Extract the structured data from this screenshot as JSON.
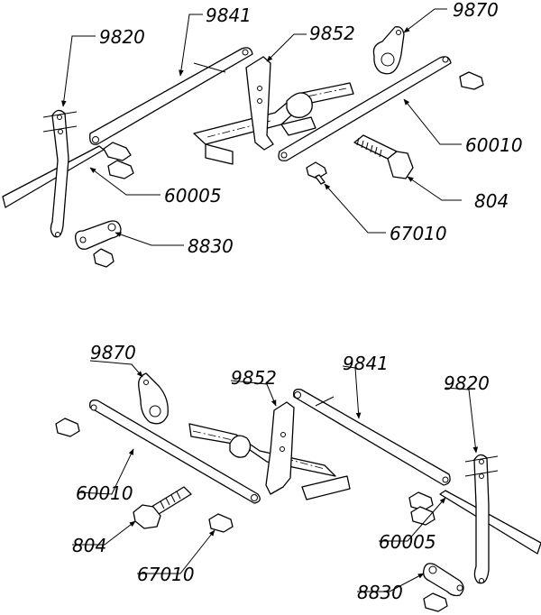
{
  "diagram": {
    "top_view": {
      "callouts": {
        "c9820": "9820",
        "c9841": "9841",
        "c9852": "9852",
        "c9870": "9870",
        "c60010": "60010",
        "c60005": "60005",
        "c804": "804",
        "c67010": "67010",
        "c8830": "8830"
      }
    },
    "bottom_view": {
      "callouts": {
        "c9870": "9870",
        "c9852": "9852",
        "c9841": "9841",
        "c9820": "9820",
        "c60010": "60010",
        "c804": "804",
        "c67010": "67010",
        "c60005": "60005",
        "c8830": "8830"
      }
    }
  }
}
